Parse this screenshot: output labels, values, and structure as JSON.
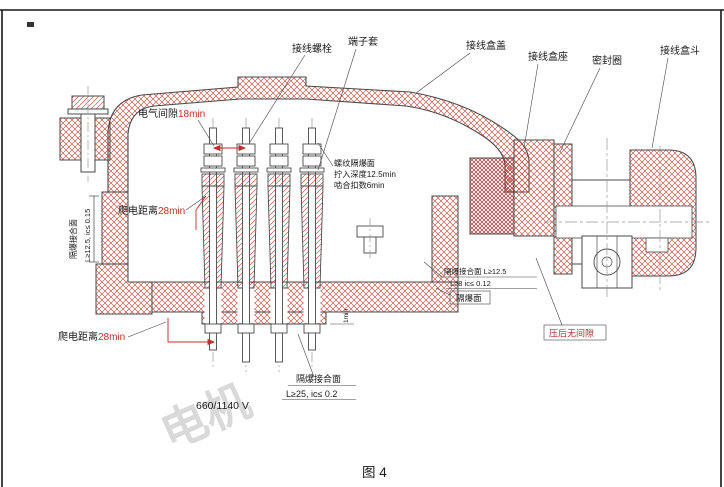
{
  "figure": {
    "caption": "图 4",
    "voltage": "660/1140 V",
    "watermark": "电机"
  },
  "callouts": {
    "terminal_bolt": "接线螺栓",
    "terminal_sleeve": "端子套",
    "box_cover": "接线盒盖",
    "box_seat": "接线盒座",
    "seal_ring": "密封圈",
    "box_hopper": "接线盒斗"
  },
  "ann": {
    "electrical_clearance_label": "电气间隙",
    "electrical_clearance_value": "18min",
    "creepage_top_label": "爬电距离",
    "creepage_top_value": "28min",
    "creepage_bottom_label": "爬电距离",
    "creepage_bottom_value": "28min",
    "thread_line1": "螺纹隔爆面",
    "thread_line2": "拧入深度12.5min",
    "thread_line3": "啮合扣数6min",
    "left_joint_name": "隔爆接合面",
    "left_joint_value": "L≥12.5, ic≤ 0.15",
    "right_joint_line1": "隔爆接合面 L≥12.5",
    "right_joint_line2": "L≥8  ic≤ 0.12",
    "flameproof_face": "隔爆面",
    "bottom_joint_line1": "隔爆接合面",
    "bottom_joint_line2": "L≥25, ic≤ 0.2",
    "no_gap": "压后无间隙",
    "dim_1min": "1min"
  },
  "colors": {
    "hatch_red": "#c0392b",
    "dense_red": "#b03030",
    "outline": "#4a4a4a",
    "accent_red": "#cc2a2a",
    "centerline": "#999999"
  }
}
